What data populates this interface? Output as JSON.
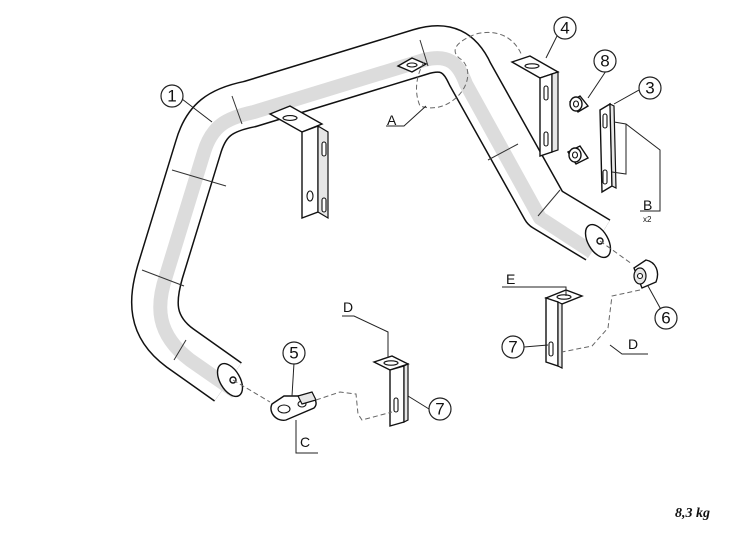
{
  "callouts": {
    "part_1": "1",
    "part_3": "3",
    "part_4": "4",
    "part_5": "5",
    "part_6": "6",
    "part_7_left": "7",
    "part_7_right": "7",
    "part_8": "8"
  },
  "letters": {
    "A": "A",
    "B": "B",
    "C": "C",
    "D_left": "D",
    "D_right": "D",
    "E": "E"
  },
  "quantity_B": "x2",
  "weight": "8,3 kg"
}
